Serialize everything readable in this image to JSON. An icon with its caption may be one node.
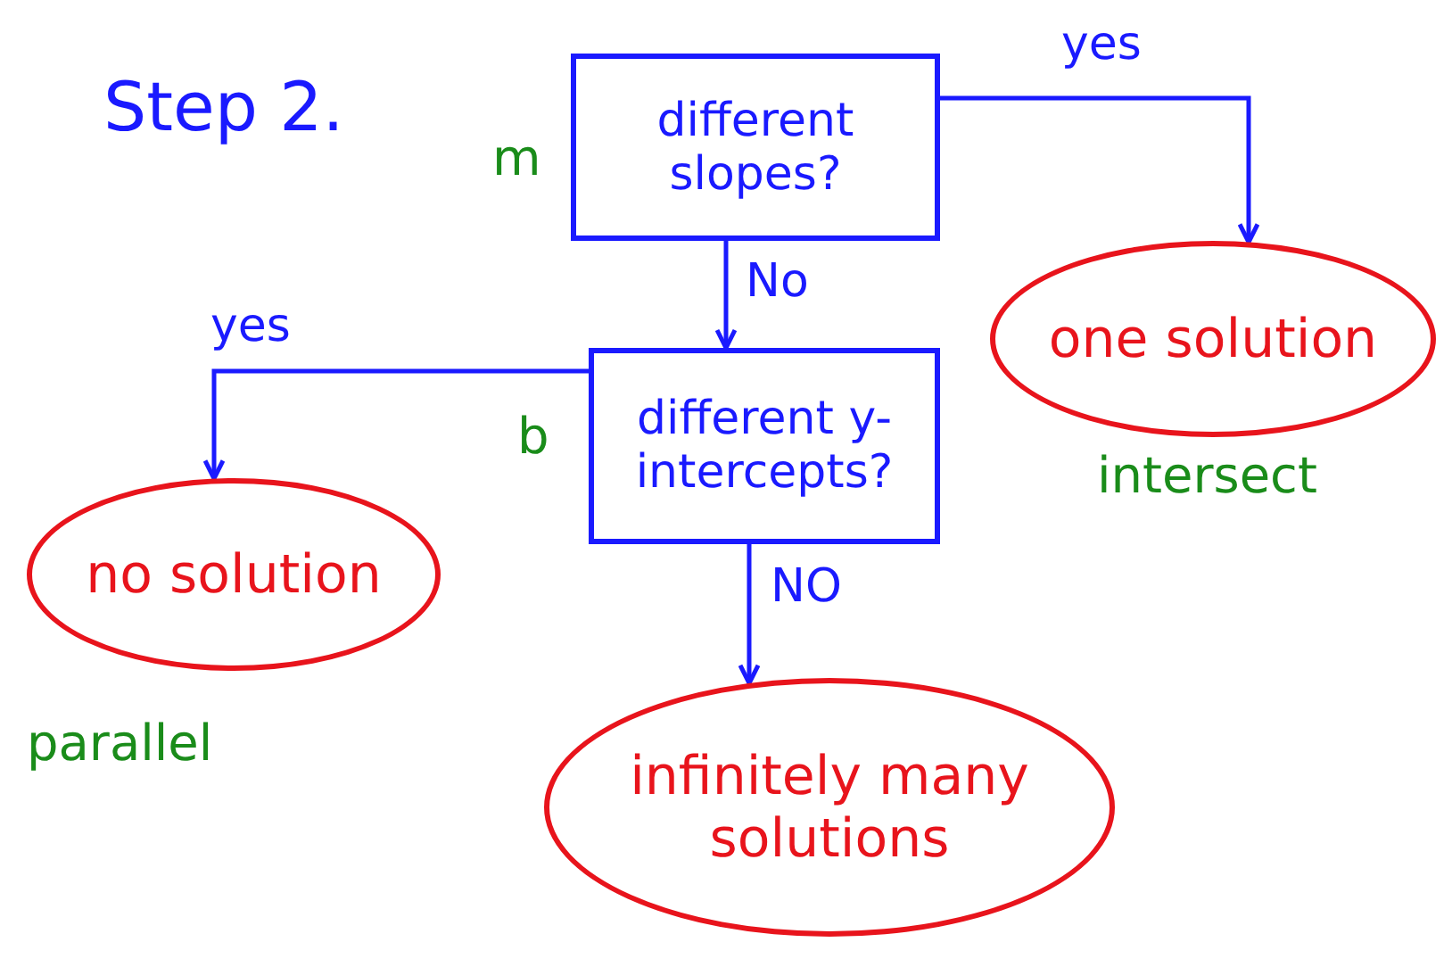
{
  "diagram": {
    "title": "Step 2.",
    "nodes": [
      {
        "text": [
          "different slopes?"
        ],
        "beside": [
          "m"
        ]
      },
      {
        "text": [
          "different y-intercepts?"
        ],
        "beside": [
          "b"
        ]
      },
      {
        "text": [
          "one solution"
        ],
        "beside": [
          "intersect"
        ]
      },
      {
        "text": [
          "no solution"
        ],
        "beside": [
          "parallel"
        ]
      },
      {
        "text": [
          "infinitely many solutions"
        ]
      }
    ],
    "edges": [
      {
        "from": 0,
        "to": 2,
        "arrow": "to",
        "label": "yes"
      },
      {
        "from": 0,
        "to": 1,
        "arrow": "to",
        "label": "No"
      },
      {
        "from": 1,
        "to": 3,
        "arrow": "to",
        "label": "yes"
      },
      {
        "from": 1,
        "to": 4,
        "arrow": "to",
        "label": "NO"
      }
    ]
  }
}
